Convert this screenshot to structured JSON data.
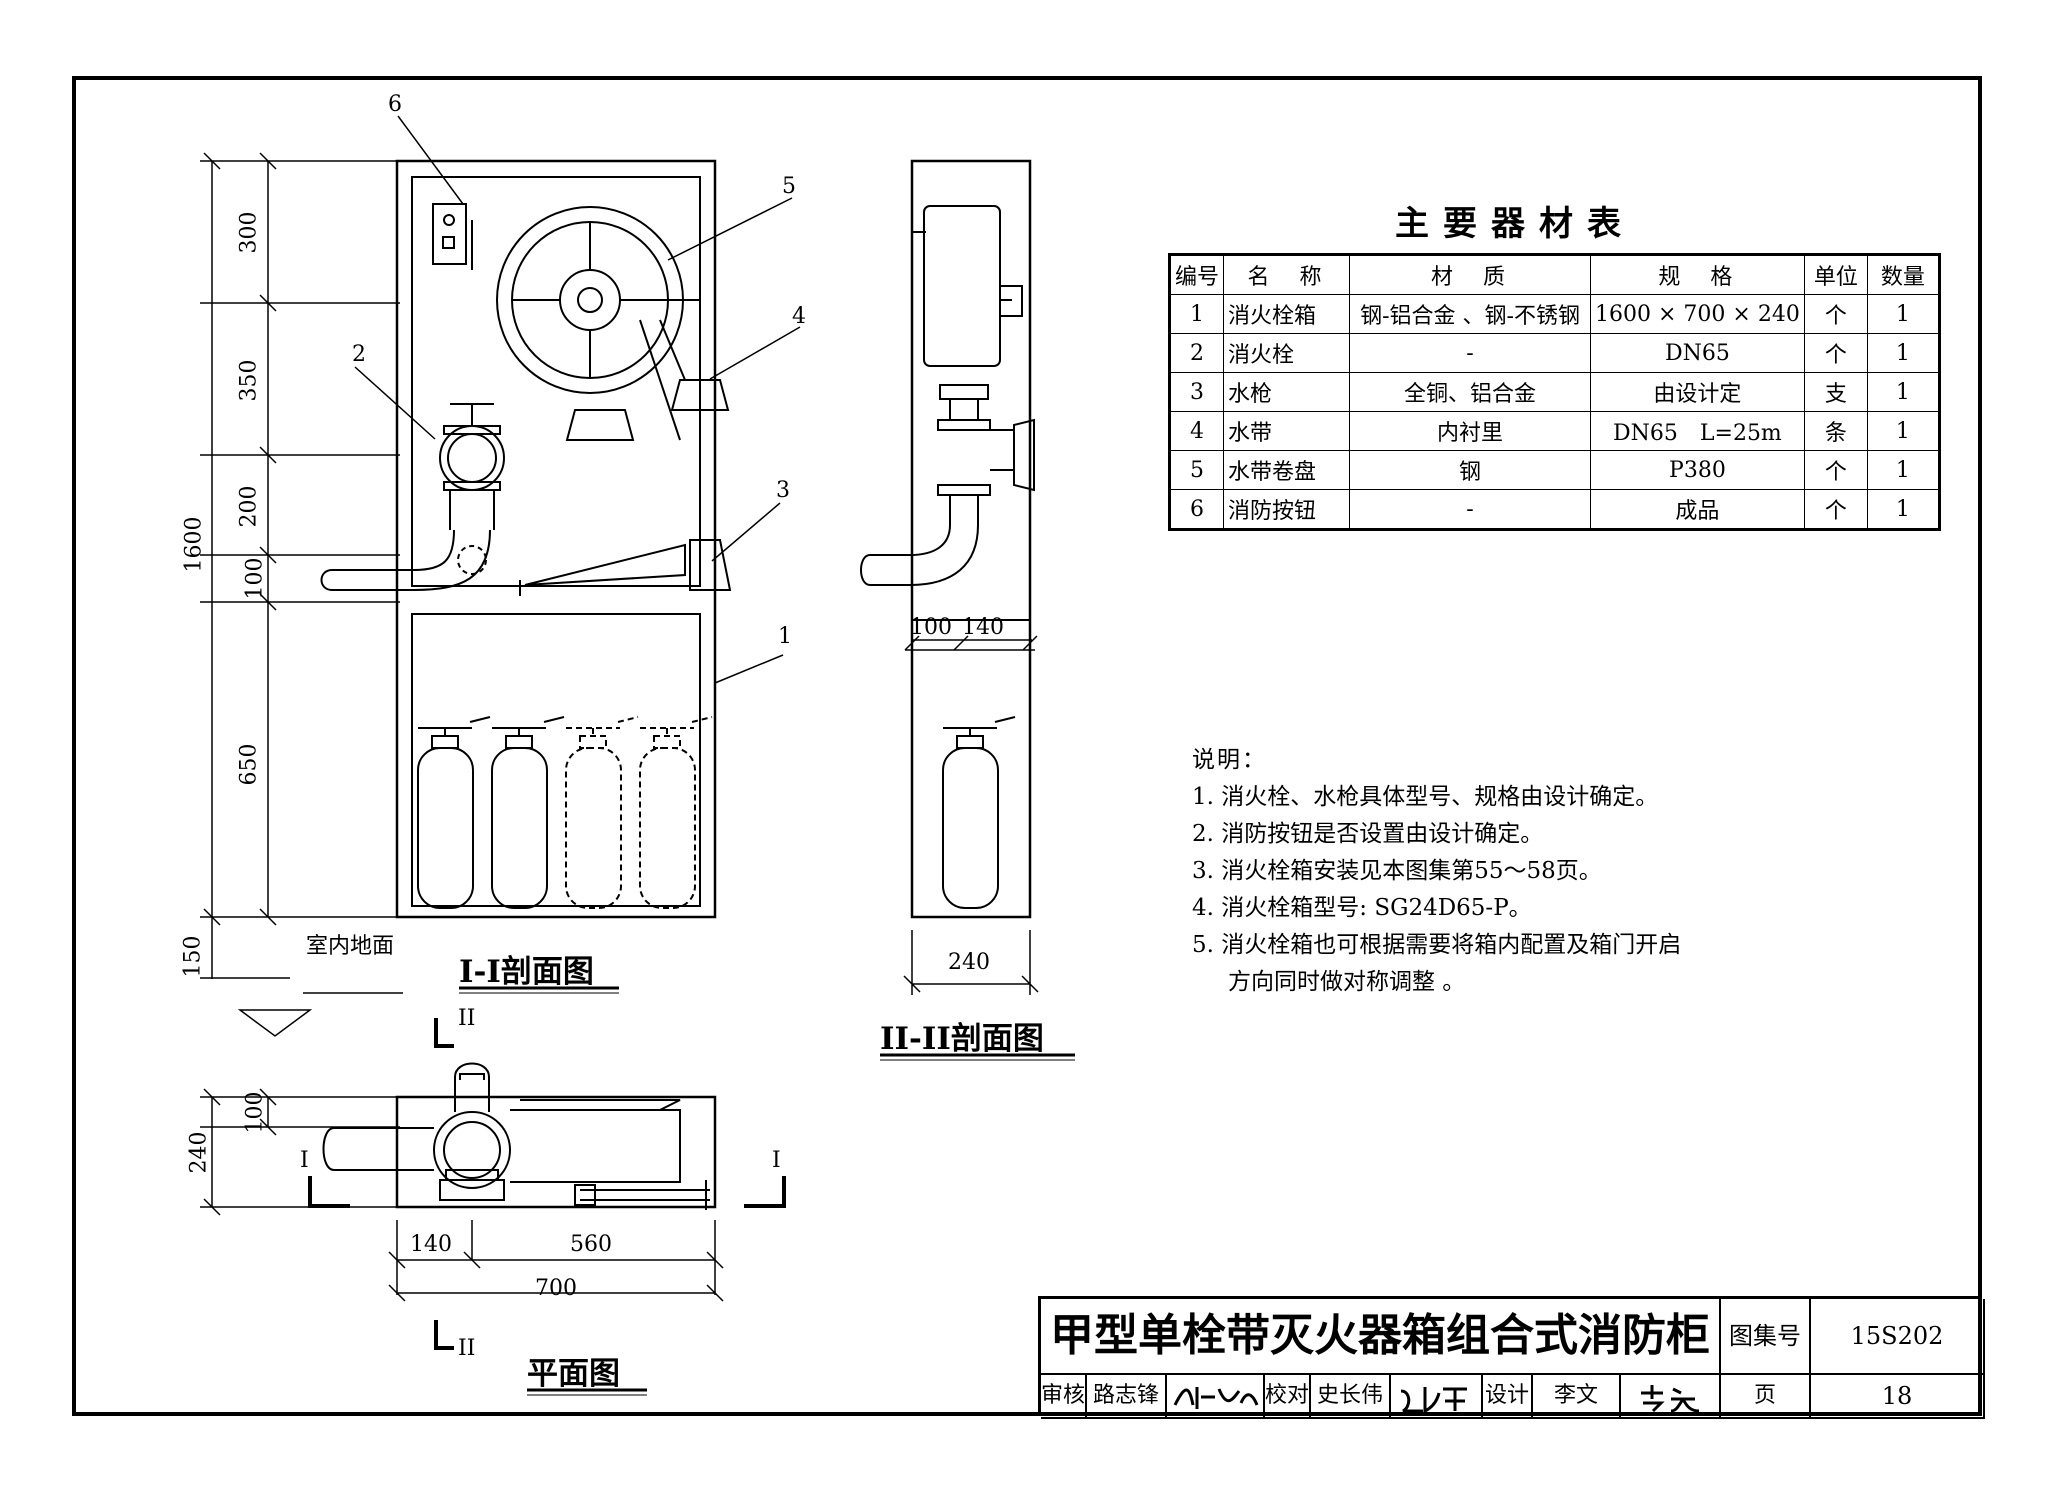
{
  "table": {
    "title": "主要器材表",
    "headers": {
      "no": "编号",
      "name": "名　称",
      "material": "材　质",
      "spec": "规　格",
      "unit": "单位",
      "qty": "数量"
    },
    "rows": [
      {
        "no": "1",
        "name": "消火栓箱",
        "material": "钢-铝合金 、钢-不锈钢",
        "spec": "1600 × 700 × 240",
        "unit": "个",
        "qty": "1"
      },
      {
        "no": "2",
        "name": "消火栓",
        "material": "-",
        "spec": "DN65",
        "unit": "个",
        "qty": "1"
      },
      {
        "no": "3",
        "name": "水枪",
        "material": "全铜、铝合金",
        "spec": "由设计定",
        "unit": "支",
        "qty": "1"
      },
      {
        "no": "4",
        "name": "水带",
        "material": "内衬里",
        "spec": "DN65　L=25m",
        "unit": "条",
        "qty": "1"
      },
      {
        "no": "5",
        "name": "水带卷盘",
        "material": "钢",
        "spec": "P380",
        "unit": "个",
        "qty": "1"
      },
      {
        "no": "6",
        "name": "消防按钮",
        "material": "-",
        "spec": "成品",
        "unit": "个",
        "qty": "1"
      }
    ]
  },
  "notes": {
    "title": "说明：",
    "items": [
      "1. 消火栓、水枪具体型号、规格由设计确定。",
      "2. 消防按钮是否设置由设计确定。",
      "3. 消火栓箱安装见本图集第55～58页。",
      "4. 消火栓箱型号: SG24D65-P。",
      "5. 消火栓箱也可根据需要将箱内配置及箱门开启",
      "方向同时做对称调整 。"
    ]
  },
  "drawing": {
    "section1_title": "I-I剖面图",
    "section2_title": "II-II剖面图",
    "plan_title": "平面图",
    "floor_label": "室内地面",
    "dims_left": {
      "d300": "300",
      "d350": "350",
      "d200": "200",
      "d100": "100",
      "d650": "650",
      "d1600": "1600",
      "d150": "150"
    },
    "dims_side": {
      "d100": "100",
      "d140": "140",
      "d240": "240"
    },
    "dims_plan": {
      "d100": "100",
      "d240": "240",
      "d140": "140",
      "d560": "560",
      "d700": "700"
    },
    "callouts": {
      "c1": "1",
      "c2": "2",
      "c3": "3",
      "c4": "4",
      "c5": "5",
      "c6": "6"
    },
    "section_marks": {
      "ii_top": "II",
      "ii_bottom": "II",
      "i_left": "I",
      "i_right": "I"
    }
  },
  "title_block": {
    "drawing_title": "甲型单栓带灭火器箱组合式消防柜",
    "atlas_label": "图集号",
    "atlas_no": "15S202",
    "review_label": "审核",
    "reviewer": "路志锋",
    "check_label": "校对",
    "checker": "史长伟",
    "design_label": "设计",
    "designer": "李文",
    "page_label": "页",
    "page_no": "18"
  }
}
